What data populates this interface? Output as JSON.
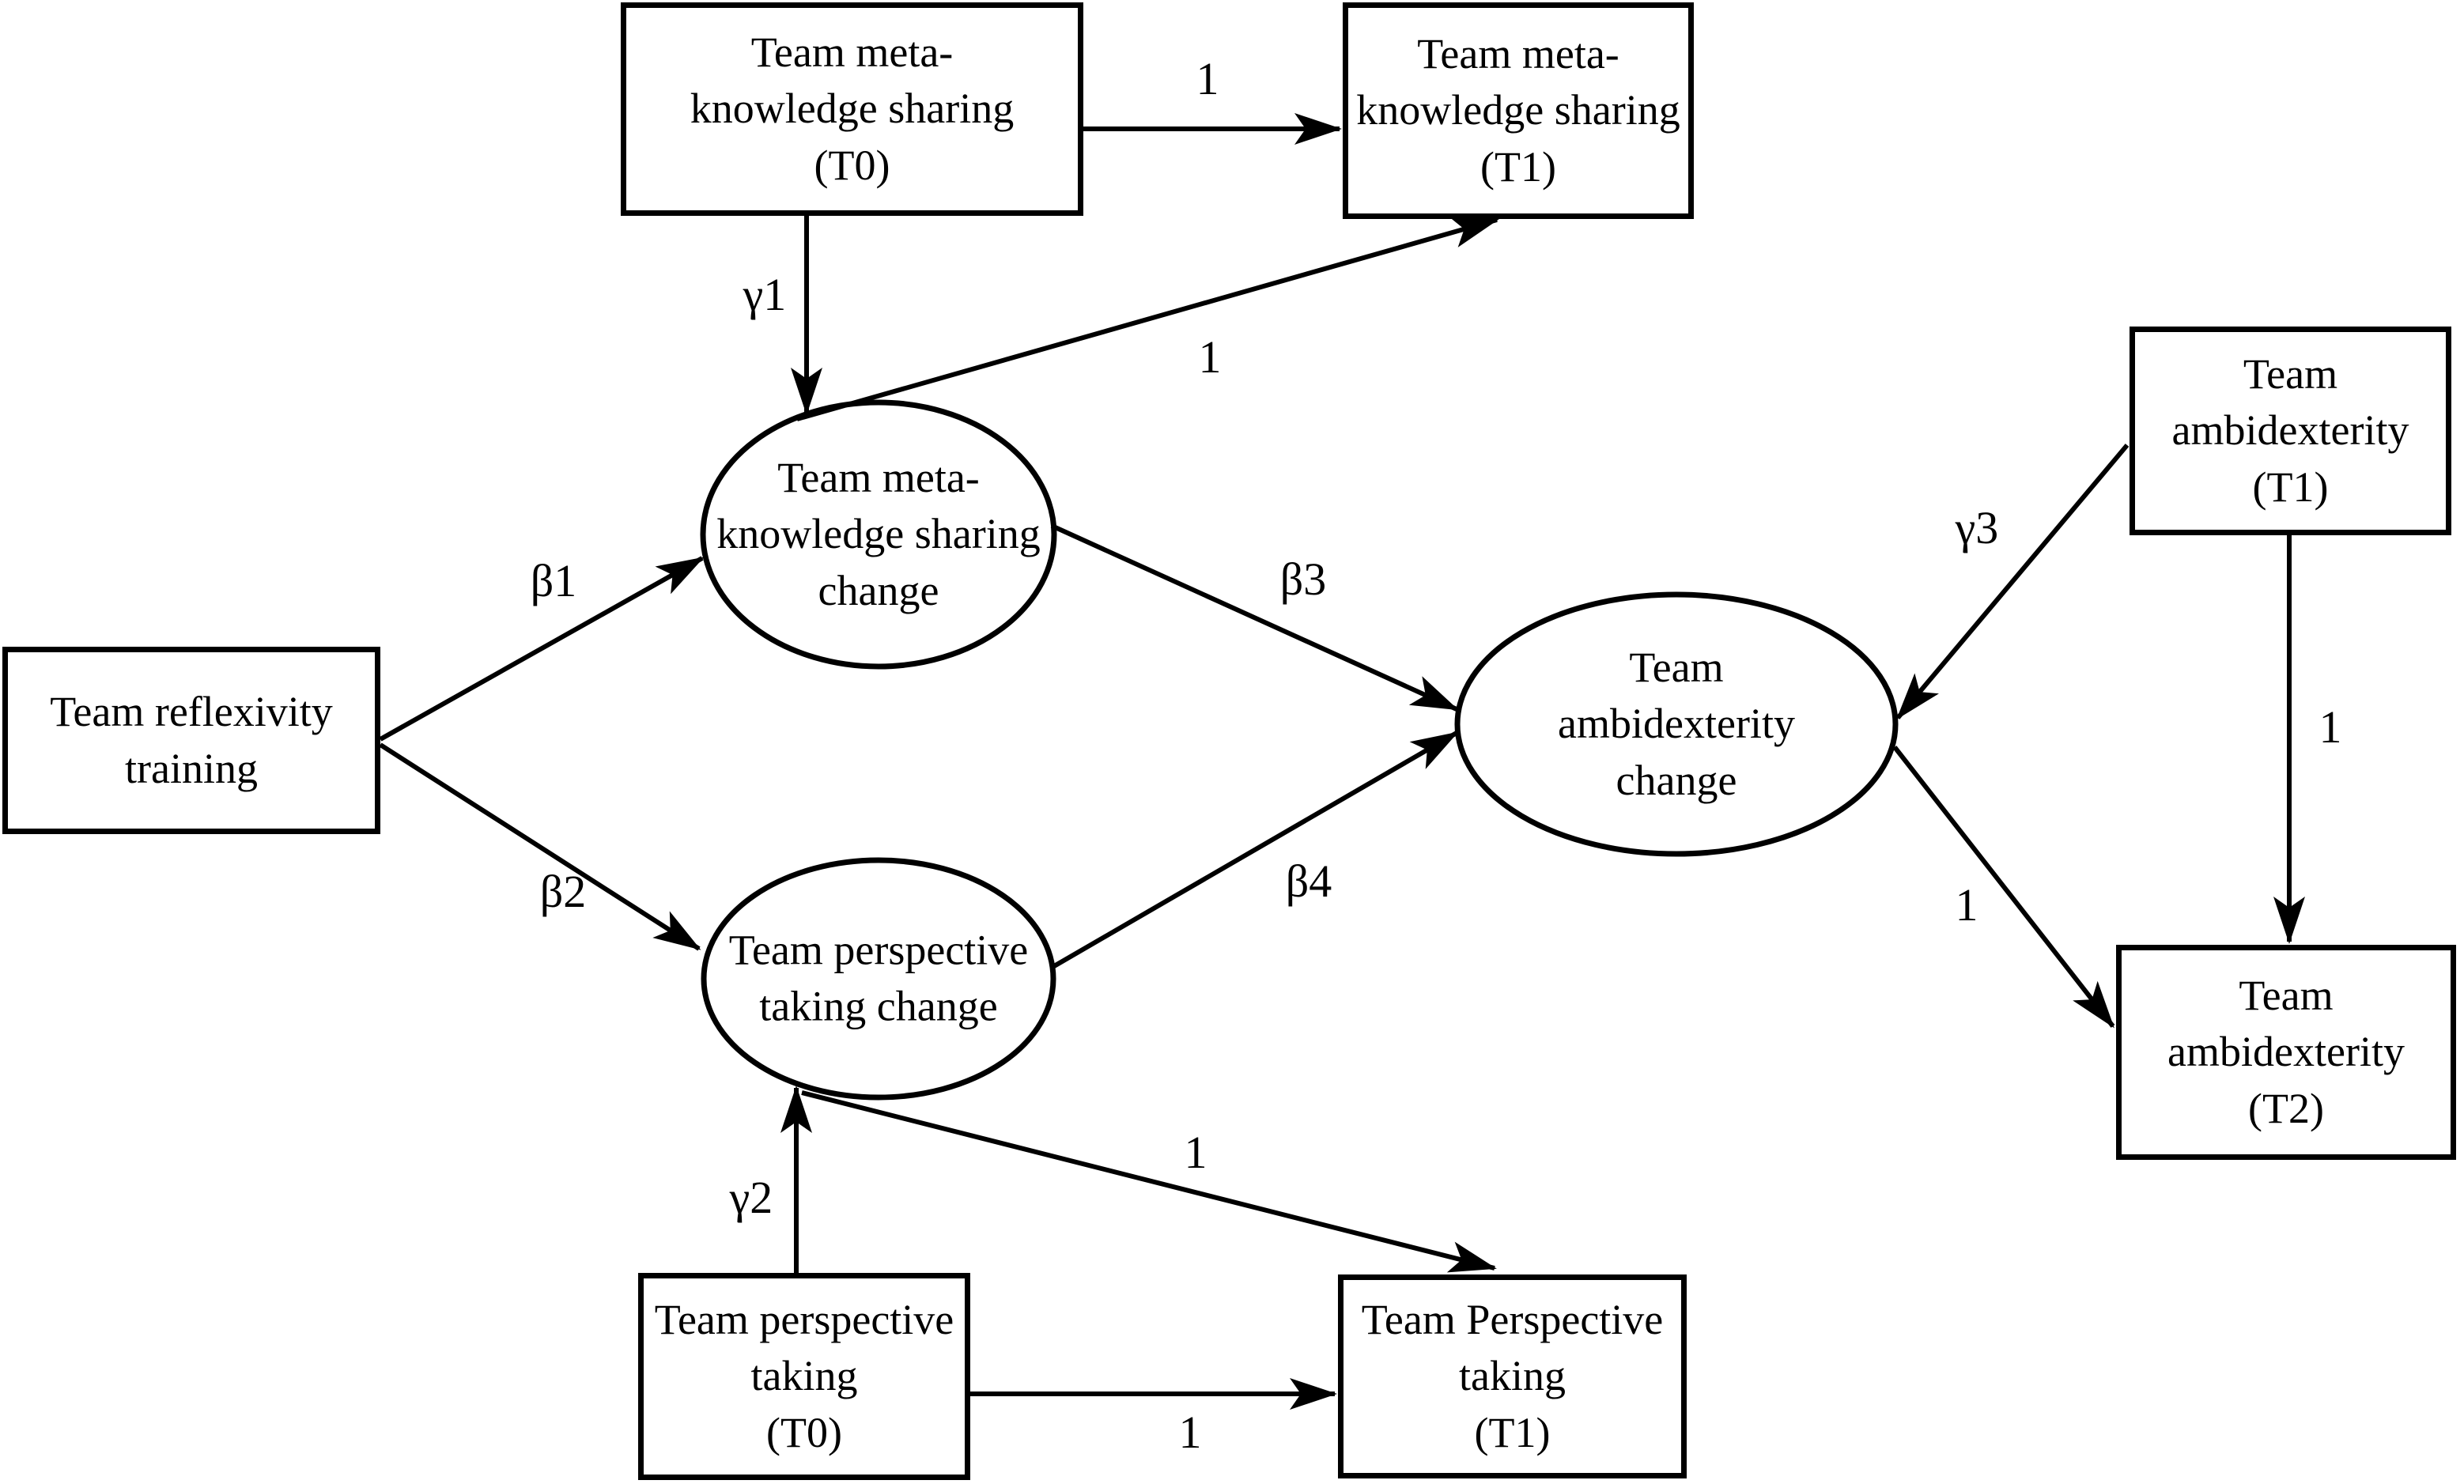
{
  "colors": {
    "stroke": "#000000",
    "background": "#ffffff"
  },
  "nodes": {
    "meta_t0": {
      "shape": "rect",
      "label": "Team meta-\nknowledge sharing\n(T0)"
    },
    "meta_t1": {
      "shape": "rect",
      "label": "Team meta-\nknowledge sharing\n(T1)"
    },
    "meta_change": {
      "shape": "ellipse",
      "label": "Team meta-\nknowledge sharing\nchange"
    },
    "reflexivity": {
      "shape": "rect",
      "label": "Team reflexivity\ntraining"
    },
    "persp_change": {
      "shape": "ellipse",
      "label": "Team perspective\ntaking change"
    },
    "ambi_change": {
      "shape": "ellipse",
      "label": "Team\nambidexterity\nchange"
    },
    "ambi_t1": {
      "shape": "rect",
      "label": "Team\nambidexterity\n(T1)"
    },
    "ambi_t2": {
      "shape": "rect",
      "label": "Team\nambidexterity\n(T2)"
    },
    "persp_t0": {
      "shape": "rect",
      "label": "Team perspective\ntaking\n(T0)"
    },
    "persp_t1": {
      "shape": "rect",
      "label": "Team Perspective\ntaking\n(T1)"
    }
  },
  "edges": {
    "meta_t0_meta_t1": {
      "label": "1",
      "from": "meta_t0",
      "to": "meta_t1"
    },
    "gamma1": {
      "label": "γ1",
      "from": "meta_t0",
      "to": "meta_change"
    },
    "meta_change_meta_t1": {
      "label": "1",
      "from": "meta_change",
      "to": "meta_t1"
    },
    "beta1": {
      "label": "β1",
      "from": "reflexivity",
      "to": "meta_change"
    },
    "beta2": {
      "label": "β2",
      "from": "reflexivity",
      "to": "persp_change"
    },
    "beta3": {
      "label": "β3",
      "from": "meta_change",
      "to": "ambi_change"
    },
    "beta4": {
      "label": "β4",
      "from": "persp_change",
      "to": "ambi_change"
    },
    "gamma3": {
      "label": "γ3",
      "from": "ambi_t1",
      "to": "ambi_change"
    },
    "ambi_t1_ambi_t2": {
      "label": "1",
      "from": "ambi_t1",
      "to": "ambi_t2"
    },
    "ambi_change_ambi_t2": {
      "label": "1",
      "from": "ambi_change",
      "to": "ambi_t2"
    },
    "gamma2": {
      "label": "γ2",
      "from": "persp_t0",
      "to": "persp_change"
    },
    "persp_change_persp_t1": {
      "label": "1",
      "from": "persp_change",
      "to": "persp_t1"
    },
    "persp_t0_persp_t1": {
      "label": "1",
      "from": "persp_t0",
      "to": "persp_t1"
    }
  }
}
